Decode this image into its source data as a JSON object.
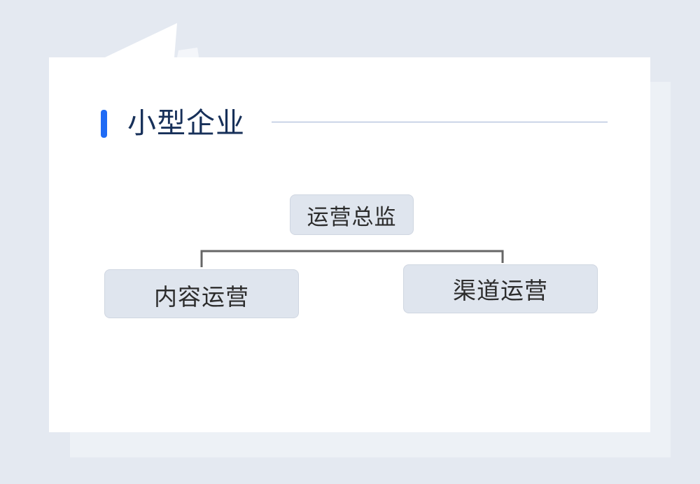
{
  "section": {
    "title": "小型企业"
  },
  "org_chart": {
    "root": {
      "label": "运营总监"
    },
    "children": [
      {
        "label": "内容运营"
      },
      {
        "label": "渠道运营"
      }
    ]
  },
  "colors": {
    "background": "#e4e9f1",
    "card": "#ffffff",
    "accent": "#1f6bf5",
    "title_text": "#173059",
    "rule": "#9fb2d4",
    "node_fill": "#dfe5ee",
    "connector": "#666666"
  }
}
